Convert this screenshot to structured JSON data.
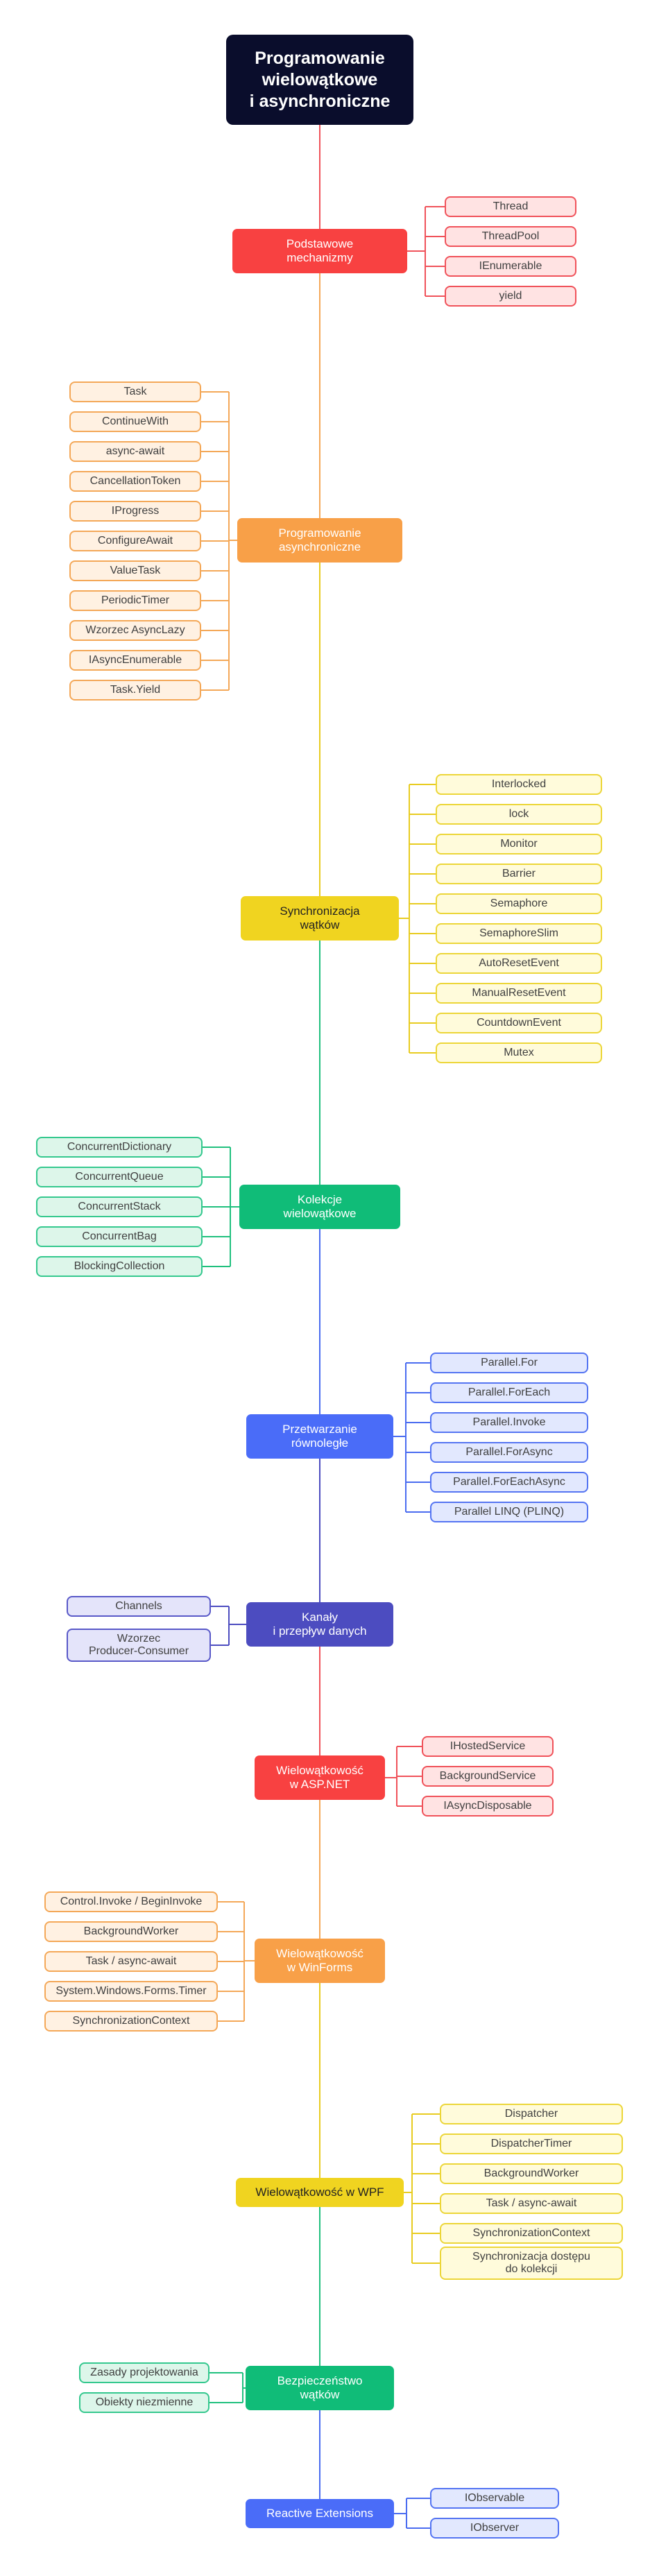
{
  "title": "Programowanie\nwielowątkowe\ni asynchroniczne",
  "colors": {
    "red": {
      "node": "#f84141",
      "leaf_bg": "#ffe3e3",
      "leaf_border": "#f0525a",
      "leaf_text": "#404040",
      "line": "#f0525a"
    },
    "orange": {
      "node": "#f8a048",
      "leaf_bg": "#fff1e2",
      "leaf_border": "#f4a858",
      "leaf_text": "#404040",
      "line": "#f4a858"
    },
    "yellow": {
      "node": "#f0d420",
      "leaf_bg": "#fffbdb",
      "leaf_border": "#ecd638",
      "leaf_text": "#404040",
      "line": "#e8cc20",
      "node_text": "#222222"
    },
    "green": {
      "node": "#10bc78",
      "leaf_bg": "#ddf6ea",
      "leaf_border": "#34c88e",
      "leaf_text": "#404040",
      "line": "#20c07e"
    },
    "blue": {
      "node": "#4a6cf8",
      "leaf_bg": "#e2e8fe",
      "leaf_border": "#5474f2",
      "leaf_text": "#404040",
      "line": "#4a6cf0"
    },
    "indigo": {
      "node": "#4c4cc0",
      "leaf_bg": "#e4e4fa",
      "leaf_border": "#5858c8",
      "leaf_text": "#404040",
      "line": "#4c4cc0"
    }
  },
  "categories": [
    {
      "label": "Podstawowe\nmechanizmy",
      "color": "red",
      "side": "right",
      "items": [
        "Thread",
        "ThreadPool",
        "IEnumerable",
        "yield"
      ]
    },
    {
      "label": "Programowanie\nasynchroniczne",
      "color": "orange",
      "side": "left",
      "items": [
        "Task",
        "ContinueWith",
        "async-await",
        "CancellationToken",
        "IProgress",
        "ConfigureAwait",
        "ValueTask",
        "PeriodicTimer",
        "Wzorzec AsyncLazy",
        "IAsyncEnumerable",
        "Task.Yield"
      ]
    },
    {
      "label": "Synchronizacja\nwątków",
      "color": "yellow",
      "side": "right",
      "items": [
        "Interlocked",
        "lock",
        "Monitor",
        "Barrier",
        "Semaphore",
        "SemaphoreSlim",
        "AutoResetEvent",
        "ManualResetEvent",
        "CountdownEvent",
        "Mutex"
      ]
    },
    {
      "label": "Kolekcje\nwielowątkowe",
      "color": "green",
      "side": "left",
      "items": [
        "ConcurrentDictionary",
        "ConcurrentQueue",
        "ConcurrentStack",
        "ConcurrentBag",
        "BlockingCollection"
      ]
    },
    {
      "label": "Przetwarzanie\nrównoległe",
      "color": "blue",
      "side": "right",
      "items": [
        "Parallel.For",
        "Parallel.ForEach",
        "Parallel.Invoke",
        "Parallel.ForAsync",
        "Parallel.ForEachAsync",
        "Parallel LINQ (PLINQ)"
      ]
    },
    {
      "label": "Kanały\ni przepływ danych",
      "color": "indigo",
      "side": "left",
      "items": [
        "Channels",
        "Wzorzec\nProducer-Consumer"
      ]
    },
    {
      "label": "Wielowątkowość\nw ASP.NET",
      "color": "red",
      "side": "right",
      "items": [
        "IHostedService",
        "BackgroundService",
        "IAsyncDisposable"
      ]
    },
    {
      "label": "Wielowątkowość\nw WinForms",
      "color": "orange",
      "side": "left",
      "items": [
        "Control.Invoke / BeginInvoke",
        "BackgroundWorker",
        "Task / async-await",
        "System.Windows.Forms.Timer",
        "SynchronizationContext"
      ]
    },
    {
      "label": "Wielowątkowość w WPF",
      "color": "yellow",
      "side": "right",
      "items": [
        "Dispatcher",
        "DispatcherTimer",
        "BackgroundWorker",
        "Task / async-await",
        "SynchronizationContext",
        "Synchronizacja dostępu\ndo kolekcji"
      ]
    },
    {
      "label": "Bezpieczeństwo\nwątków",
      "color": "green",
      "side": "left",
      "items": [
        "Zasady projektowania",
        "Obiekty niezmienne"
      ]
    },
    {
      "label": "Reactive Extensions",
      "color": "blue",
      "side": "right",
      "items": [
        "IObservable",
        "IObserver"
      ]
    }
  ]
}
